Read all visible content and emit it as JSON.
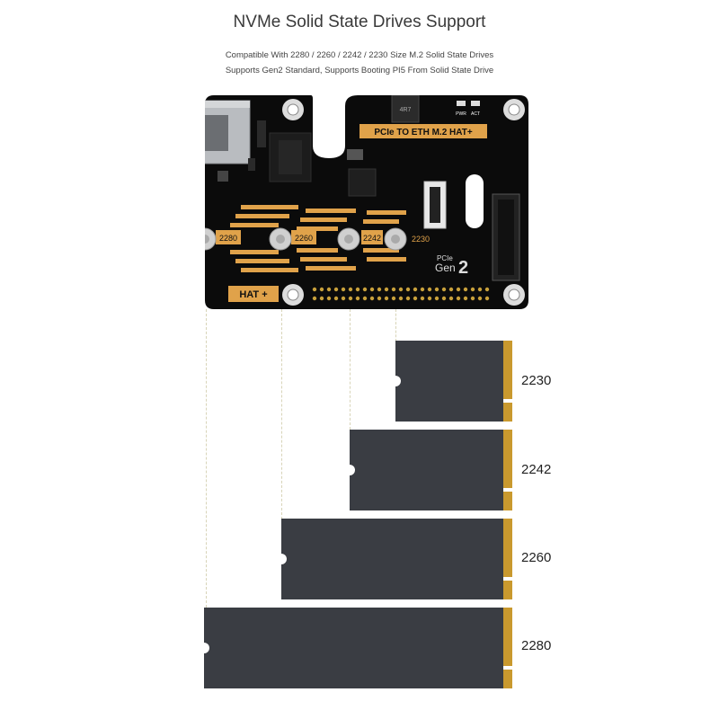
{
  "header": {
    "title": "NVMe Solid State Drives Support",
    "line1": "Compatible With 2280 / 2260 / 2242 / 2230 Size M.2 Solid State Drives",
    "line2": "Supports Gen2 Standard, Supports Booting PI5 From Solid State Drive"
  },
  "board": {
    "name": "PCIe TO ETH M.2 HAT+",
    "hat_label": "HAT +",
    "gen_top": "PCIe",
    "gen_word": "Gen",
    "gen_num": "2",
    "led_pwr": "PWR",
    "led_act": "ACT",
    "chip_text": "4R7",
    "mount_labels": [
      "2280",
      "2260",
      "2242",
      "2230"
    ]
  },
  "drives": [
    {
      "label": "2230"
    },
    {
      "label": "2242"
    },
    {
      "label": "2260"
    },
    {
      "label": "2280"
    }
  ],
  "colors": {
    "pcb": "#0b0b0b",
    "gold": "#e0a24a",
    "drive": "#3a3d43",
    "contacts": "#c9992e"
  }
}
